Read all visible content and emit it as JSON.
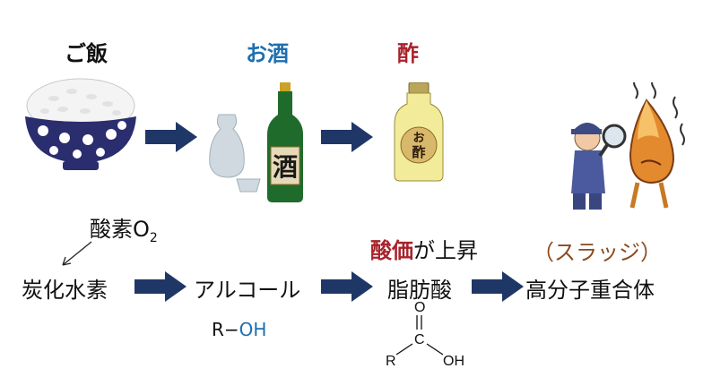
{
  "colors": {
    "title_black": "#111111",
    "sake_blue": "#1e6fb0",
    "vinegar_red": "#a8232c",
    "sludge_brown": "#8a4a1c",
    "arrow_navy": "#1f3766",
    "oh_blue": "#1e6fb0"
  },
  "top_row": {
    "rice_label": "ご飯",
    "sake_label": "お酒",
    "vinegar_label": "酢",
    "sake_bottle_text": "酒",
    "vinegar_bottle_text_top": "お",
    "vinegar_bottle_text_bottom": "酢"
  },
  "bottom_row": {
    "oxygen_label": "酸素O",
    "oxygen_subscript": "2",
    "hydrocarbon": "炭化水素",
    "alcohol": "アルコール",
    "alcohol_formula_r": "R−",
    "alcohol_formula_oh": "OH",
    "oxidation_red": "酸価",
    "oxidation_rest": "が上昇",
    "fatty_acid": "脂肪酸",
    "sludge": "（スラッジ）",
    "polymer": "高分子重合体",
    "acid_r": "R",
    "acid_o": "O",
    "acid_c": "C",
    "acid_oh": "OH"
  },
  "icons": {
    "rice_bowl": "rice-bowl-icon",
    "sake_set": "sake-set-icon",
    "vinegar_bottle": "vinegar-bottle-icon",
    "inspector": "inspector-magnifier-icon",
    "arrow": "right-arrow-icon"
  }
}
